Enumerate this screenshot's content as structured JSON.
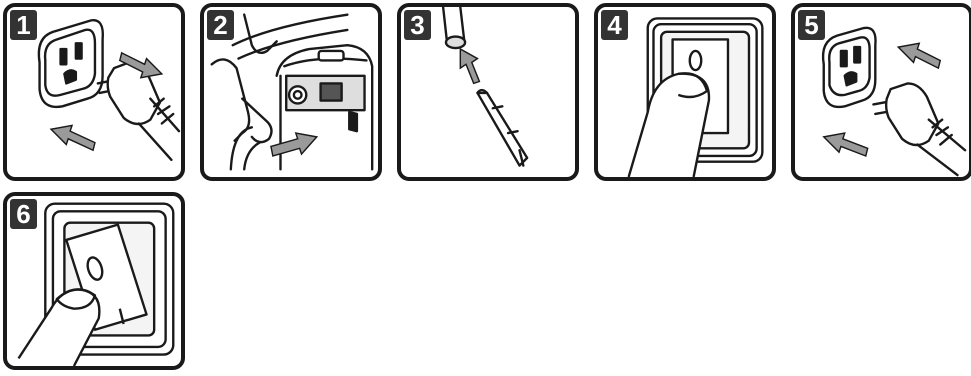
{
  "steps": [
    {
      "number": "1",
      "illustration": "unplug-outlet-icon"
    },
    {
      "number": "2",
      "illustration": "attach-hose-icon"
    },
    {
      "number": "3",
      "illustration": "attach-crevice-tool-icon"
    },
    {
      "number": "4",
      "illustration": "press-switch-icon"
    },
    {
      "number": "5",
      "illustration": "plug-into-outlet-icon"
    },
    {
      "number": "6",
      "illustration": "press-switch-on-icon"
    }
  ],
  "colors": {
    "outline": "#1a1a1a",
    "badge": "#333333",
    "arrow": "#8a8a8a",
    "shade": "#cfcfcf"
  }
}
